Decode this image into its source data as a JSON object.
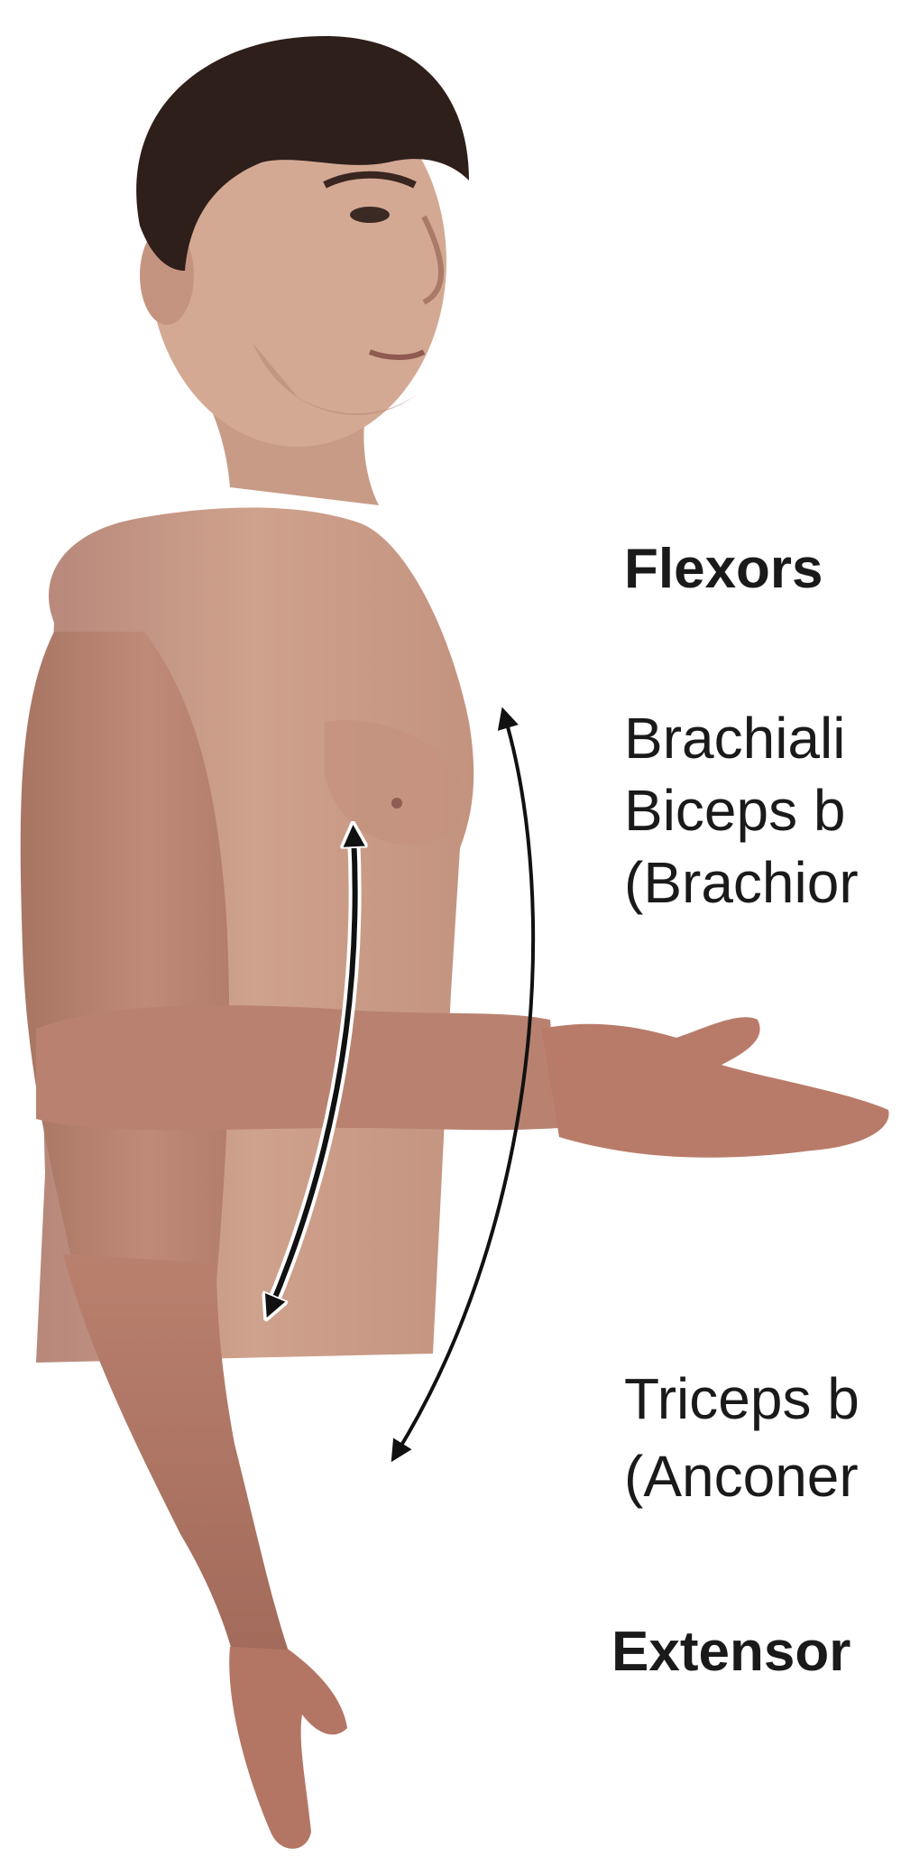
{
  "labels": {
    "flexors_heading": "Flexors",
    "flexor_muscles": [
      "Brachiali",
      "Biceps b",
      "(Brachior"
    ],
    "extensor_muscles": [
      "Triceps b",
      "(Anconer"
    ],
    "extensors_heading": "Extensor"
  },
  "colors": {
    "text": "#1a1a1a",
    "skin": "#c99a84",
    "hair": "#2e1f1a",
    "arrow": "#111111"
  }
}
